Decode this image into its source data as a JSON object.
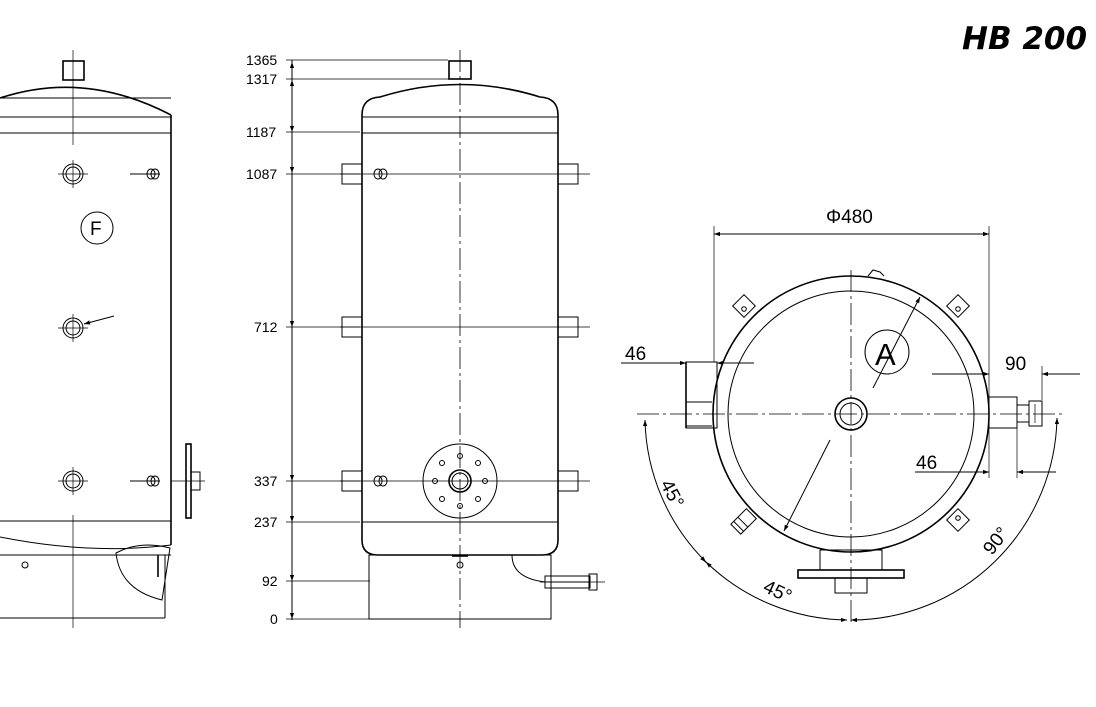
{
  "title": "HB 200",
  "heights": [
    "1365",
    "1317",
    "1187",
    "1087",
    "712",
    "337",
    "237",
    "92",
    "0"
  ],
  "top_view": {
    "diameter": "Φ480",
    "dim_left": "46",
    "dim_right_top": "90",
    "dim_right_bottom": "46",
    "angle_1": "45°",
    "angle_2": "45°",
    "angle_3": "90°"
  },
  "markers": {
    "left_view": "F",
    "top_view": "A"
  }
}
